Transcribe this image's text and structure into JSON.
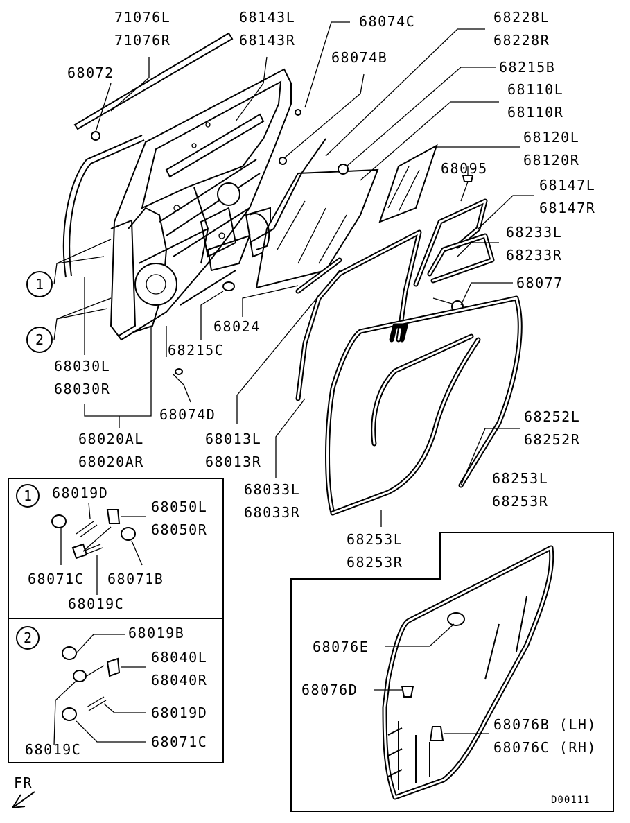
{
  "labels": {
    "p71076L": "71076L",
    "p71076R": "71076R",
    "p68072": "68072",
    "p68143L": "68143L",
    "p68143R": "68143R",
    "p68074C": "68074C",
    "p68074B": "68074B",
    "p68228L": "68228L",
    "p68228R": "68228R",
    "p68215B": "68215B",
    "p68110L": "68110L",
    "p68110R": "68110R",
    "p68120L": "68120L",
    "p68120R": "68120R",
    "p68095": "68095",
    "p68147L": "68147L",
    "p68147R": "68147R",
    "p68233L": "68233L",
    "p68233R": "68233R",
    "p68077": "68077",
    "p68024": "68024",
    "p68215C": "68215C",
    "p68030L": "68030L",
    "p68030R": "68030R",
    "p68074D": "68074D",
    "p68020AL": "68020AL",
    "p68020AR": "68020AR",
    "p68013L": "68013L",
    "p68013R": "68013R",
    "p68033L": "68033L",
    "p68033R": "68033R",
    "p68252L": "68252L",
    "p68252R": "68252R",
    "p68253L_top": "68253L",
    "p68253R_top": "68253R",
    "p68253L_bot": "68253L",
    "p68253R_bot": "68253R",
    "p68076E": "68076E",
    "p68076D": "68076D",
    "p68076B": "68076B (LH)",
    "p68076C": "68076C (RH)",
    "c1": "1",
    "c2": "2",
    "box1_c": "1",
    "box2_c": "2",
    "b1_68019D": "68019D",
    "b1_68050L": "68050L",
    "b1_68050R": "68050R",
    "b1_68071C": "68071C",
    "b1_68071B": "68071B",
    "b1_68019C": "68019C",
    "b2_68019B": "68019B",
    "b2_68040L": "68040L",
    "b2_68040R": "68040R",
    "b2_68019D": "68019D",
    "b2_68019C": "68019C",
    "b2_68071C": "68071C",
    "fr": "FR",
    "code": "D00111"
  }
}
